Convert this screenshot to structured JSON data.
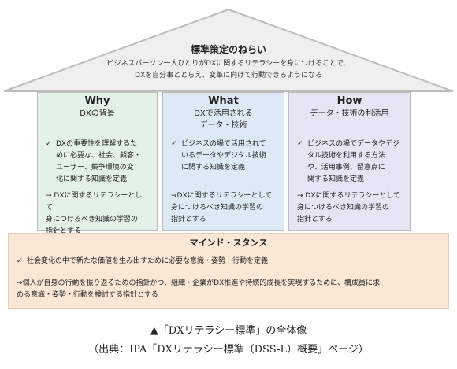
{
  "roof": {
    "title": "標準策定のねらい",
    "desc_line1": "ビジネスパーソン一人ひとりがDXに関するリテラシーを身につけることで、",
    "desc_line2": "DXを自分事ととらえ、変革に向けて行動できるようになる"
  },
  "pillars": [
    {
      "title": "Why",
      "subtitle_line1": "DXの背景",
      "subtitle_line2": "",
      "check_mark": "✓",
      "check_lines": [
        "DXの重要性を理解するた",
        "めに必要な、社会、顧客・",
        "ユーザー、競争環境の変",
        "化に関する知識を定義"
      ],
      "arrow_lines": [
        "→ DXに関するリテラシーとして",
        "身につけるべき知識の学習の",
        "指針とする"
      ]
    },
    {
      "title": "What",
      "subtitle_line1": "DXで活用される",
      "subtitle_line2": "データ・技術",
      "check_mark": "✓",
      "check_lines": [
        "ビジネスの場で活用されて",
        "いるデータやデジタル技術",
        "に関する知識を定義"
      ],
      "arrow_lines": [
        "→DXに関するリテラシーとして",
        "身につけるべき知識の学習の",
        "指針とする"
      ]
    },
    {
      "title": "How",
      "subtitle_line1": "データ・技術の利活用",
      "subtitle_line2": "",
      "check_mark": "✓",
      "check_lines": [
        "ビジネスの場でデータやデジ",
        "タル技術を利用する方法",
        "や、活用事例、留意点に",
        "関する知識を定義"
      ],
      "arrow_lines": [
        "→ DXに関するリテラシーとして",
        "身につけるべき知識の学習の",
        "指針とする"
      ]
    }
  ],
  "mind": {
    "title": "マインド・スタンス",
    "check_mark": "✓",
    "check_text": "社会変化の中で新たな価値を生み出すために必要な意識・姿勢・行動を定義",
    "arrow_line1": "→個人が自身の行動を振り返るための指針かつ、組織・企業がDX推進や持続的成長を実現するために、構成員に求",
    "arrow_line2": "める意識・姿勢・行動を検討する指針とする"
  },
  "caption": {
    "line1": "▲「DXリテラシー標準」の全体像",
    "line2": "（出典：IPA「DXリテラシー標準（DSS-L）概要」ページ）"
  }
}
